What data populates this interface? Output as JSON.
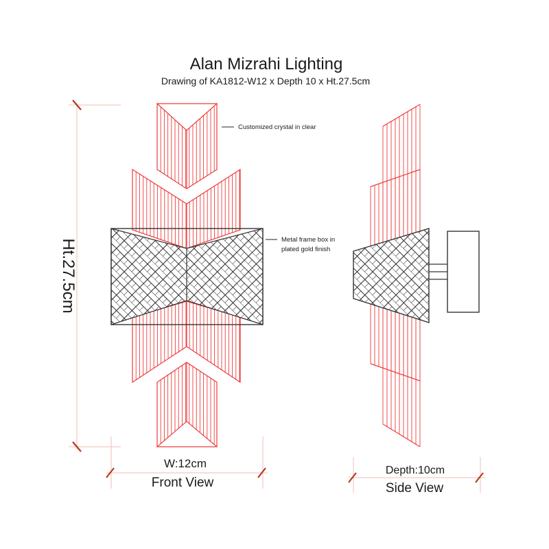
{
  "title": "Alan Mizrahi Lighting",
  "subtitle": "Drawing of KA1812-W12 x Depth 10 x Ht.27.5cm",
  "annotations": {
    "crystal": "Customized crystal in clear",
    "frame_line1": "Metal frame box in",
    "frame_line2": "plated gold finish"
  },
  "dimensions": {
    "height": "Ht.27.5cm",
    "width": "W:12cm",
    "depth": "Depth:10cm"
  },
  "views": {
    "front": "Front View",
    "side": "Side View"
  },
  "colors": {
    "crystal": "#ee3b3b",
    "frame": "#333333",
    "dimension_line": "#f2c9c2",
    "dimension_tick": "#b33a1c"
  }
}
